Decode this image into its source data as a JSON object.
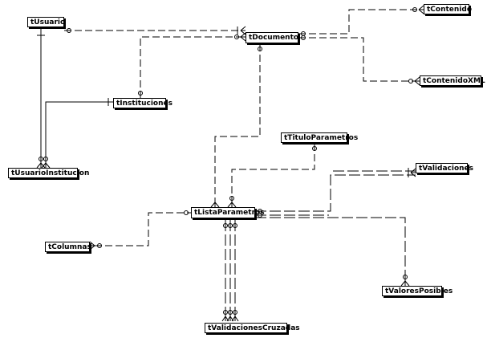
{
  "diagram": {
    "entities": {
      "usuario": "tUsuario",
      "documento": "tDocumento",
      "contenido": "tContenido",
      "contenido_xml": "tContenidoXML",
      "instituciones": "tInstituciones",
      "usuario_institucion": "tUsuarioInstitucion",
      "titulo_parametros": "tTituloParametros",
      "validaciones": "tValidaciones",
      "lista_parametros": "tListaParametros",
      "columnas": "tColumnas",
      "valores_posibles": "tValoresPosibles",
      "validaciones_cruzadas": "tValidacionesCruzadas"
    },
    "relationships": [
      {
        "from": "usuario",
        "to": "documento",
        "line": "dashed"
      },
      {
        "from": "documento",
        "to": "contenido",
        "line": "dashed"
      },
      {
        "from": "documento",
        "to": "contenido_xml",
        "line": "dashed"
      },
      {
        "from": "instituciones",
        "to": "documento",
        "line": "dashed"
      },
      {
        "from": "usuario",
        "to": "usuario_institucion",
        "line": "solid"
      },
      {
        "from": "instituciones",
        "to": "usuario_institucion",
        "line": "solid"
      },
      {
        "from": "documento",
        "to": "lista_parametros",
        "line": "dashed"
      },
      {
        "from": "titulo_parametros",
        "to": "lista_parametros",
        "line": "dashed"
      },
      {
        "from": "lista_parametros",
        "to": "validaciones",
        "line": "dashed"
      },
      {
        "from": "lista_parametros",
        "to": "valores_posibles",
        "line": "dashed"
      },
      {
        "from": "columnas",
        "to": "lista_parametros",
        "line": "dashed"
      },
      {
        "from": "lista_parametros",
        "to": "validaciones_cruzadas",
        "line": "dashed"
      }
    ],
    "colors": {
      "line": "#000000",
      "box_border": "#000000",
      "box_fill": "#ffffff",
      "background": "#ffffff"
    }
  }
}
